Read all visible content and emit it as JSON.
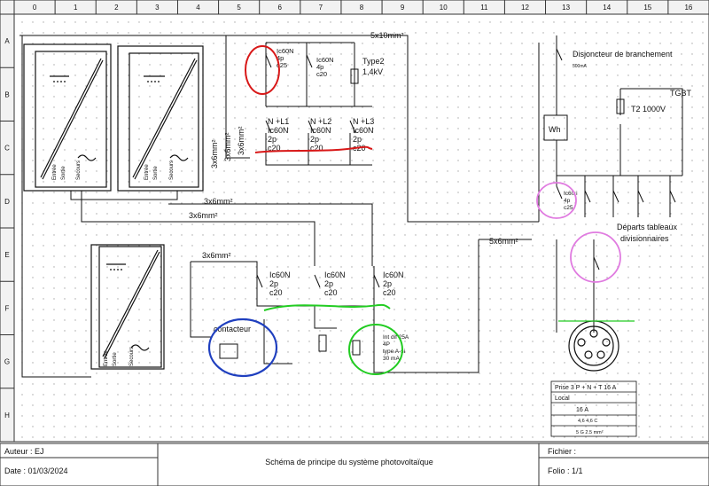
{
  "grid": {
    "cols": [
      "0",
      "1",
      "2",
      "3",
      "4",
      "5",
      "6",
      "7",
      "8",
      "9",
      "10",
      "11",
      "12",
      "13",
      "14",
      "15",
      "16"
    ],
    "rows": [
      "A",
      "B",
      "C",
      "D",
      "E",
      "F",
      "G",
      "H"
    ]
  },
  "labels": {
    "cable_top": "5x10mm²",
    "cable_3x6_a": "3x6mm²",
    "cable_3x6_b": "3x6mm²",
    "cable_3x6_c": "3x6mm²",
    "cable_3x6_d": "3x6mm²",
    "cable_3x6_e": "3x6mm²",
    "cable_3x6_f": "3x6mm²",
    "cable_5x6": "5x6mm²",
    "disjoncteur_branchement": "Disjoncteur de branchement",
    "disj_rating": "500mA",
    "tgbt": "TGBT",
    "t2": "T2 1000V",
    "wh": "Wh",
    "departs_1": "Départs tableaux",
    "departs_2": "divisionnaires",
    "contacteur": "contacteur",
    "type2": "Type2",
    "type2_kv": "1,4kV",
    "inv_entree": "Entrée",
    "inv_sortie": "Sortie",
    "inv_secours": "Secours"
  },
  "breakers": {
    "b1": [
      "Ic60N",
      "4p",
      "c25"
    ],
    "b2": [
      "Ic60N",
      "4p",
      "c20"
    ],
    "b3": [
      "N +L1",
      "Ic60N",
      "2p",
      "c20"
    ],
    "b4": [
      "N +L2",
      "Ic60N",
      "2p",
      "c20"
    ],
    "b5": [
      "N +L3",
      "Ic60N",
      "2p",
      "c20"
    ],
    "b6": [
      "Ic60N",
      "2p",
      "c20"
    ],
    "b7": [
      "Ic60N",
      "2p",
      "c20"
    ],
    "b8": [
      "Ic60N",
      "2p",
      "c20"
    ],
    "b9": [
      "Ic60 i",
      "4p",
      "c25"
    ],
    "diff": [
      "Int dif 25A",
      "4P",
      "type A-si",
      "30 mA"
    ]
  },
  "socket_box": {
    "line1": "Prise 3 P + N + T 16 A",
    "line2": "Local",
    "line3": "16        A",
    "line4": "4,6         4,6 C",
    "line5": "5 G 2.5   mm²"
  },
  "title_block": {
    "author": "Auteur : EJ",
    "date": "Date : 01/03/2024",
    "title": "Schéma de principe du système photovoltaïque",
    "fichier": "Fichier :",
    "folio": "Folio : 1/1"
  },
  "colors": {
    "grid": "#333333",
    "dots": "#9a9a9a",
    "wire": "#111111",
    "red": "#d81818",
    "green": "#22cc22",
    "blue": "#1f3fbf",
    "pink": "#e07be0",
    "header_bg": "#f2f2f2"
  }
}
